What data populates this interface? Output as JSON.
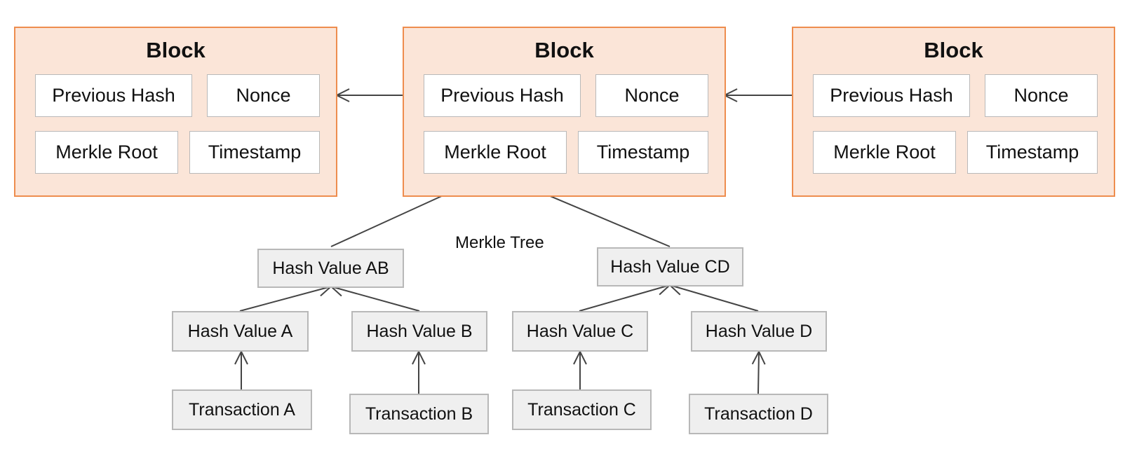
{
  "blocks": [
    {
      "title": "Block",
      "previous_hash": "Previous Hash",
      "nonce": "Nonce",
      "merkle_root": "Merkle Root",
      "timestamp": "Timestamp"
    },
    {
      "title": "Block",
      "previous_hash": "Previous Hash",
      "nonce": "Nonce",
      "merkle_root": "Merkle Root",
      "timestamp": "Timestamp"
    },
    {
      "title": "Block",
      "previous_hash": "Previous Hash",
      "nonce": "Nonce",
      "merkle_root": "Merkle Root",
      "timestamp": "Timestamp"
    }
  ],
  "merkle_tree": {
    "label": "Merkle Tree",
    "hash_ab": "Hash Value AB",
    "hash_cd": "Hash Value CD",
    "hash_a": "Hash Value A",
    "hash_b": "Hash Value B",
    "hash_c": "Hash Value C",
    "hash_d": "Hash Value D",
    "tx_a": "Transaction A",
    "tx_b": "Transaction B",
    "tx_c": "Transaction C",
    "tx_d": "Transaction D"
  },
  "colors": {
    "block_fill": "#fbe5d8",
    "block_border": "#ee8d4e",
    "node_fill": "#efefef",
    "node_border": "#b8b8b8",
    "arrow": "#444444"
  }
}
